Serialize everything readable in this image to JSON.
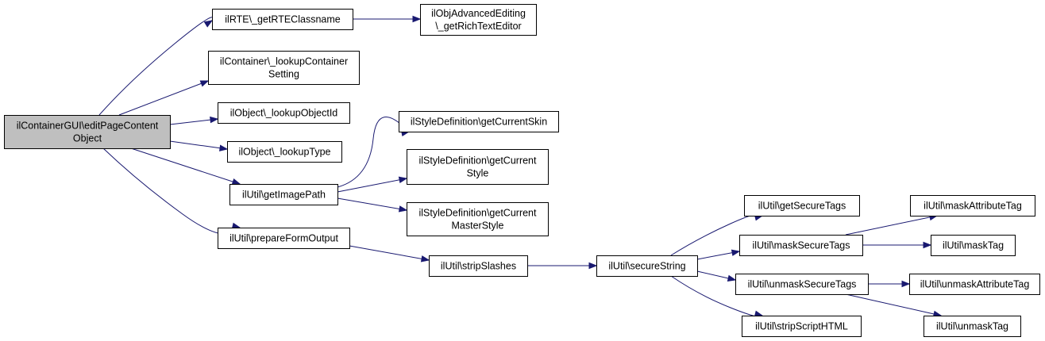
{
  "graph": {
    "nodes": [
      {
        "id": "root",
        "lines": [
          "ilContainerGUI\\editPageContent",
          "Object"
        ],
        "root": true
      },
      {
        "id": "rte",
        "lines": [
          "ilRTE\\_getRTEClassname"
        ]
      },
      {
        "id": "advedit",
        "lines": [
          "ilObjAdvancedEditing",
          "\\_getRichTextEditor"
        ]
      },
      {
        "id": "lookupcont",
        "lines": [
          "ilContainer\\_lookupContainer",
          "Setting"
        ]
      },
      {
        "id": "lookupobjid",
        "lines": [
          "ilObject\\_lookupObjectId"
        ]
      },
      {
        "id": "lookuptype",
        "lines": [
          "ilObject\\_lookupType"
        ]
      },
      {
        "id": "getimagepath",
        "lines": [
          "ilUtil\\getImagePath"
        ]
      },
      {
        "id": "preparefo",
        "lines": [
          "ilUtil\\prepareFormOutput"
        ]
      },
      {
        "id": "skin",
        "lines": [
          "ilStyleDefinition\\getCurrentSkin"
        ]
      },
      {
        "id": "style",
        "lines": [
          "ilStyleDefinition\\getCurrent",
          "Style"
        ]
      },
      {
        "id": "masterstyle",
        "lines": [
          "ilStyleDefinition\\getCurrent",
          "MasterStyle"
        ]
      },
      {
        "id": "stripslashes",
        "lines": [
          "ilUtil\\stripSlashes"
        ]
      },
      {
        "id": "securestring",
        "lines": [
          "ilUtil\\secureString"
        ]
      },
      {
        "id": "getsecuretags",
        "lines": [
          "ilUtil\\getSecureTags"
        ]
      },
      {
        "id": "masksecuretags",
        "lines": [
          "ilUtil\\maskSecureTags"
        ]
      },
      {
        "id": "unmasksecuretags",
        "lines": [
          "ilUtil\\unmaskSecureTags"
        ]
      },
      {
        "id": "stripscript",
        "lines": [
          "ilUtil\\stripScriptHTML"
        ]
      },
      {
        "id": "maskattr",
        "lines": [
          "ilUtil\\maskAttributeTag"
        ]
      },
      {
        "id": "masktag",
        "lines": [
          "ilUtil\\maskTag"
        ]
      },
      {
        "id": "unmaskattr",
        "lines": [
          "ilUtil\\unmaskAttributeTag"
        ]
      },
      {
        "id": "unmasktag",
        "lines": [
          "ilUtil\\unmaskTag"
        ]
      }
    ],
    "edges": [
      {
        "from": "root",
        "to": "rte"
      },
      {
        "from": "root",
        "to": "lookupcont"
      },
      {
        "from": "root",
        "to": "lookupobjid"
      },
      {
        "from": "root",
        "to": "lookuptype"
      },
      {
        "from": "root",
        "to": "getimagepath"
      },
      {
        "from": "root",
        "to": "preparefo"
      },
      {
        "from": "rte",
        "to": "advedit"
      },
      {
        "from": "getimagepath",
        "to": "skin"
      },
      {
        "from": "getimagepath",
        "to": "style"
      },
      {
        "from": "getimagepath",
        "to": "masterstyle"
      },
      {
        "from": "preparefo",
        "to": "stripslashes"
      },
      {
        "from": "stripslashes",
        "to": "securestring"
      },
      {
        "from": "securestring",
        "to": "getsecuretags"
      },
      {
        "from": "securestring",
        "to": "masksecuretags"
      },
      {
        "from": "securestring",
        "to": "unmasksecuretags"
      },
      {
        "from": "securestring",
        "to": "stripscript"
      },
      {
        "from": "masksecuretags",
        "to": "maskattr"
      },
      {
        "from": "masksecuretags",
        "to": "masktag"
      },
      {
        "from": "unmasksecuretags",
        "to": "unmaskattr"
      },
      {
        "from": "unmasksecuretags",
        "to": "unmasktag"
      }
    ]
  },
  "colors": {
    "edge": "#191970",
    "root_fill": "#bfbfbf",
    "node_fill": "#ffffff",
    "border": "#000000"
  }
}
